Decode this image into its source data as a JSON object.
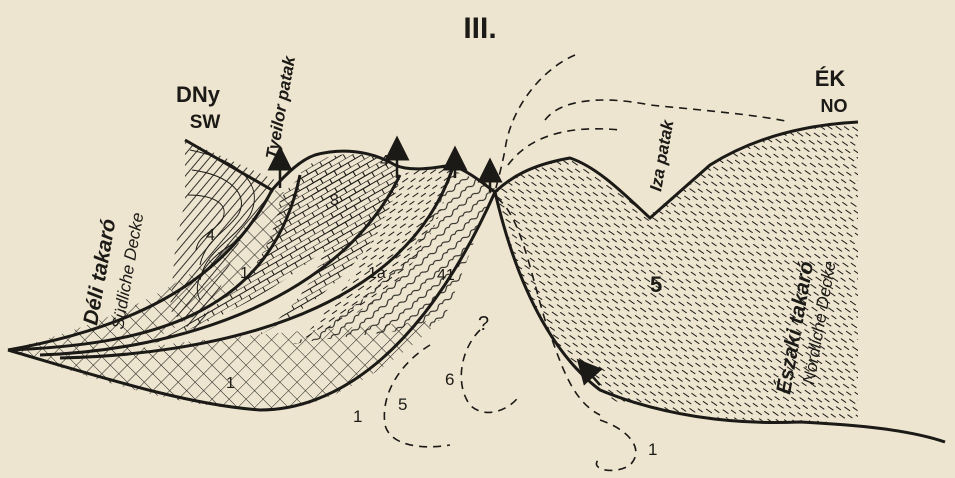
{
  "figure": {
    "title": "III.",
    "orientation": {
      "left_hu": "DNy",
      "left_de": "SW",
      "right_hu": "ÉK",
      "right_de": "NO"
    },
    "streams": {
      "left": "Tyeilor patak",
      "right": "Iza patak"
    },
    "nappes": {
      "south_hu": "Déli takaró",
      "south_de": "Südliche Decke",
      "north_hu": "Északi takaró",
      "north_de": "Nördliche Decke"
    },
    "unit_labels": {
      "l_4_left": "4",
      "l_1_left": "1",
      "l_3": "3",
      "l_4_arrow": "4",
      "l_1a": "1a",
      "l_41": "41",
      "l_q": "?",
      "l_5_right": "5",
      "l_1_bottom": "1",
      "l_6": "6",
      "l_5_bottom": "5",
      "l_1_lower": "1",
      "l_1_right": "1"
    },
    "line_color": "#1c1a17",
    "paper_color": "#ede5cf"
  }
}
